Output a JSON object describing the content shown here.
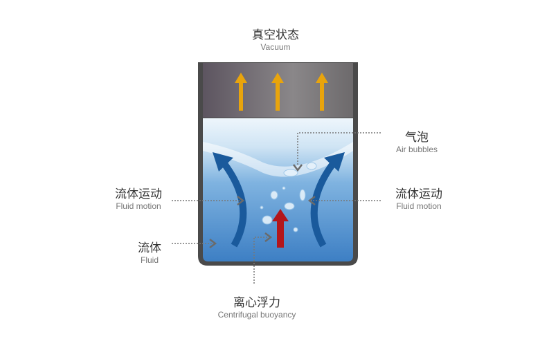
{
  "labels": {
    "vacuum": {
      "zh": "真空状态",
      "en": "Vacuum"
    },
    "air_bubbles": {
      "zh": "气泡",
      "en": "Air bubbles"
    },
    "fluid_motion_left": {
      "zh": "流体运动",
      "en": "Fluid motion"
    },
    "fluid_motion_right": {
      "zh": "流体运动",
      "en": "Fluid motion"
    },
    "fluid": {
      "zh": "流体",
      "en": "Fluid"
    },
    "centrifugal_buoyancy": {
      "zh": "离心浮力",
      "en": "Centrifugal buoyancy"
    }
  },
  "colors": {
    "vacuum_arrow": "#e8a40c",
    "flow_arrow": "#1a5a9c",
    "buoyancy_arrow": "#b3161b",
    "container": "#4a4a4a"
  }
}
